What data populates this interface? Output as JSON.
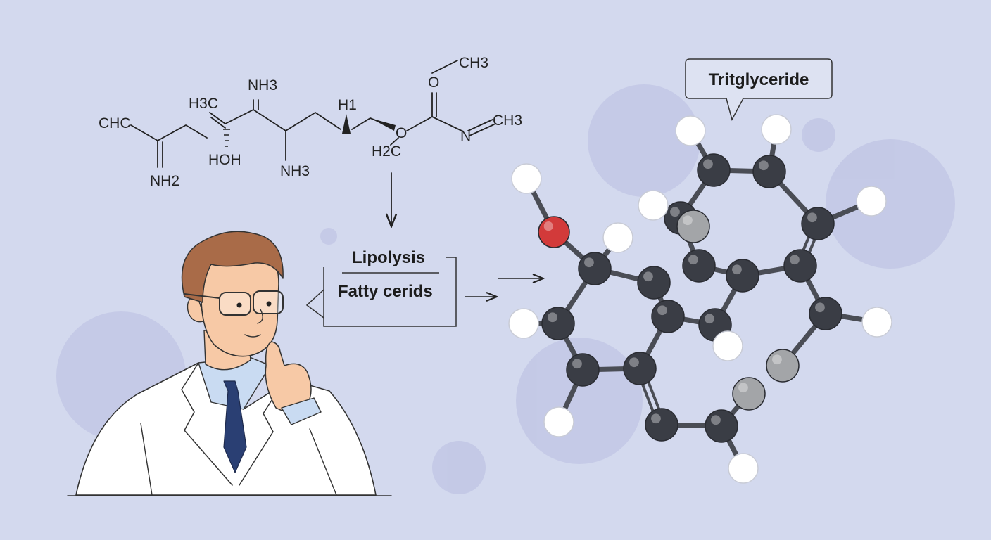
{
  "colors": {
    "background": "#d3d9ee",
    "blob": "#c3c8e6",
    "carbon": "#3a3d45",
    "hydrogen": "#ffffff",
    "oxygen": "#d23a3a",
    "gray_atom": "#a3a5a8",
    "coat": "#ffffff",
    "hair": "#a96b48",
    "skin": "#f7c9a6",
    "shirt": "#c9dbf2",
    "tie": "#2a3f73"
  },
  "structure": {
    "labels": {
      "chc": "CHC",
      "nh2": "NH2",
      "h3c": "H3C",
      "hoh": "HOH",
      "nh3_top": "NH3",
      "nh3_bottom": "NH3",
      "h1": "H1",
      "o_mid": "O",
      "h2c": "H2C",
      "o_top": "O",
      "ch3_top": "CH3",
      "n": "N",
      "ch3_right": "CH3"
    }
  },
  "process": {
    "top_label": "Lipolysis",
    "bottom_label": "Fatty cerids"
  },
  "molecule": {
    "callout": "Tritglyceride"
  },
  "scientist": {
    "role": "scientist"
  }
}
